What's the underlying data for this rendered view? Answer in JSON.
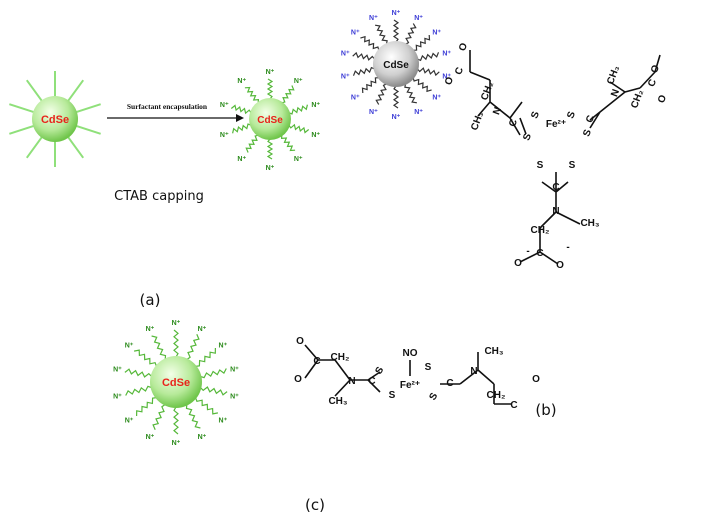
{
  "panel_a": {
    "label": "(a)",
    "caption": "CTAB capping",
    "arrow_label": "Surfactant encapsulation",
    "core_label": "CdSe",
    "ligand_label": "N⁺",
    "iron_label": "Fe²⁺",
    "colors": {
      "core_green": "#b7ea9a",
      "core_text": "#e8231b",
      "iron_blue": "#1b2fd0",
      "ligand_blue": "#3b3bd6",
      "grey_core": "#c9c9c9"
    }
  },
  "panel_b": {
    "label": "(b)",
    "iron_label": "Fe²⁺",
    "no_label": "NO",
    "colors": {
      "iron_red": "#e8231b"
    }
  },
  "panel_c": {
    "label": "(c)",
    "core_label": "CdSe",
    "ligand_label": "N⁺"
  },
  "chem_text": {
    "S": "S",
    "C": "C",
    "N": "N",
    "O": "O",
    "minus": "-",
    "CH2": "CH₂",
    "CH3": "CH₃",
    "CH2_bare": "CH",
    "sub2": "2",
    "sub3": "3"
  }
}
